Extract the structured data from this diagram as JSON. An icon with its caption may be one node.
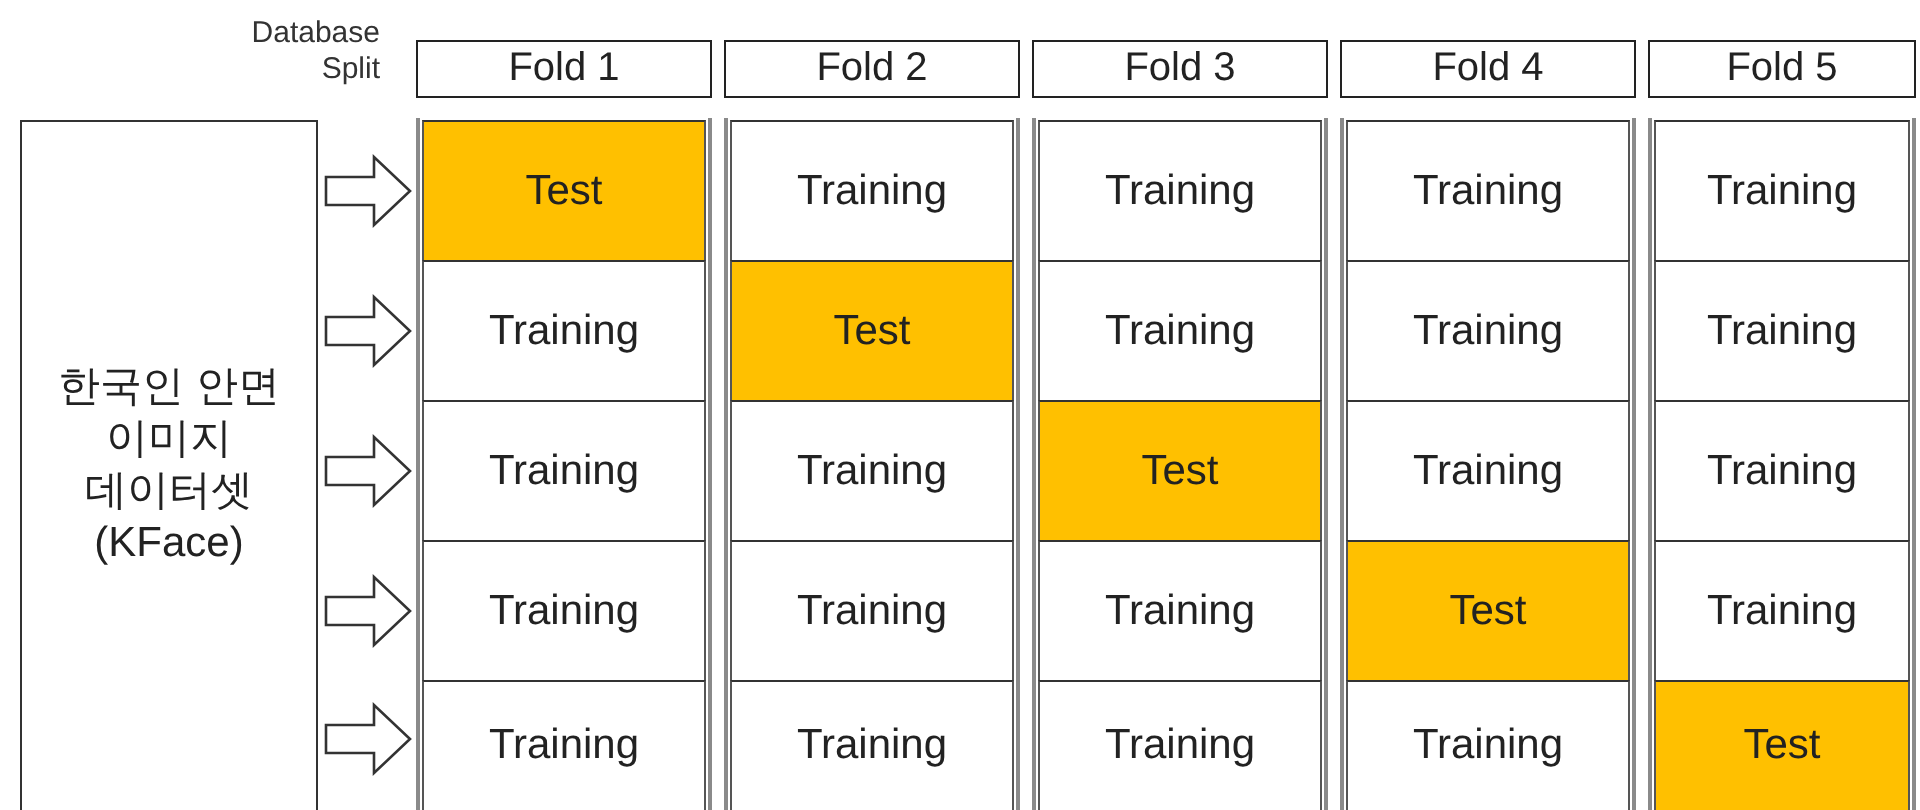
{
  "diagram": {
    "nodes": [
      {
        "text": [
          "한국인 안면 이미지 데이터셋 (KFace)"
        ]
      },
      {
        "text": [
          "Fold 1"
        ]
      },
      {
        "text": [
          "Fold 2"
        ]
      },
      {
        "text": [
          "Fold 3"
        ]
      },
      {
        "text": [
          "Fold 4"
        ]
      },
      {
        "text": [
          "Fold 5"
        ]
      },
      {
        "text": [
          "Test"
        ]
      },
      {
        "text": [
          "Training"
        ]
      },
      {
        "text": [
          "Training"
        ]
      },
      {
        "text": [
          "Training"
        ]
      },
      {
        "text": [
          "Training"
        ]
      },
      {
        "text": [
          "Training"
        ]
      },
      {
        "text": [
          "Test"
        ]
      },
      {
        "text": [
          "Training"
        ]
      },
      {
        "text": [
          "Training"
        ]
      },
      {
        "text": [
          "Training"
        ]
      },
      {
        "text": [
          "Training"
        ]
      },
      {
        "text": [
          "Training"
        ]
      },
      {
        "text": [
          "Test"
        ]
      },
      {
        "text": [
          "Training"
        ]
      },
      {
        "text": [
          "Training"
        ]
      },
      {
        "text": [
          "Training"
        ]
      },
      {
        "text": [
          "Training"
        ]
      },
      {
        "text": [
          "Training"
        ]
      },
      {
        "text": [
          "Test"
        ]
      },
      {
        "text": [
          "Training"
        ]
      },
      {
        "text": [
          "Training"
        ]
      },
      {
        "text": [
          "Training"
        ]
      },
      {
        "text": [
          "Training"
        ]
      },
      {
        "text": [
          "Training"
        ]
      },
      {
        "text": [
          "Test"
        ]
      }
    ],
    "edges": [
      {
        "from": 0,
        "to": 6,
        "arrow": "to"
      },
      {
        "from": 0,
        "to": 11,
        "arrow": "to"
      },
      {
        "from": 0,
        "to": 16,
        "arrow": "to"
      },
      {
        "from": 0,
        "to": 21,
        "arrow": "to"
      },
      {
        "from": 0,
        "to": 26,
        "arrow": "to"
      }
    ],
    "labels": [
      "Database Split"
    ]
  }
}
